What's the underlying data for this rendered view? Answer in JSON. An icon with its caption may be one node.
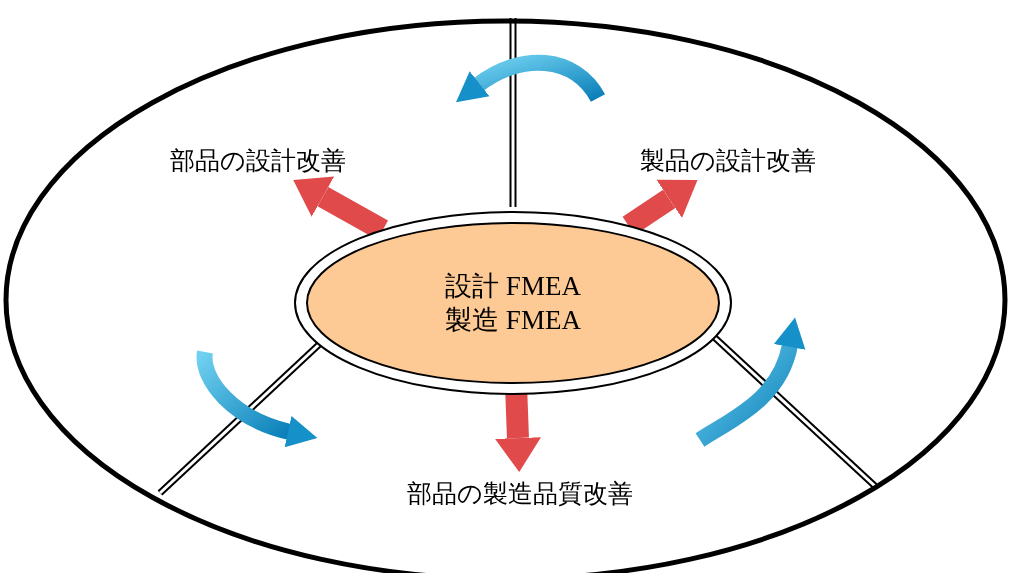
{
  "diagram": {
    "nodes": [
      {
        "text": [],
        "shape": "ellipse"
      },
      {
        "text": [
          "設計 FMEA",
          "製造 FMEA"
        ],
        "in": 0
      },
      {
        "text": [
          "部品の設計改善"
        ],
        "in": 0
      },
      {
        "text": [
          "製品の設計改善"
        ],
        "in": 0
      },
      {
        "text": [
          "部品の製造品質改善"
        ],
        "in": 0
      }
    ],
    "edges": [
      {
        "from": 1,
        "to": 2,
        "arrow": "to"
      },
      {
        "from": 1,
        "to": 3,
        "arrow": "to"
      },
      {
        "from": 1,
        "to": 4,
        "arrow": "to"
      }
    ]
  }
}
